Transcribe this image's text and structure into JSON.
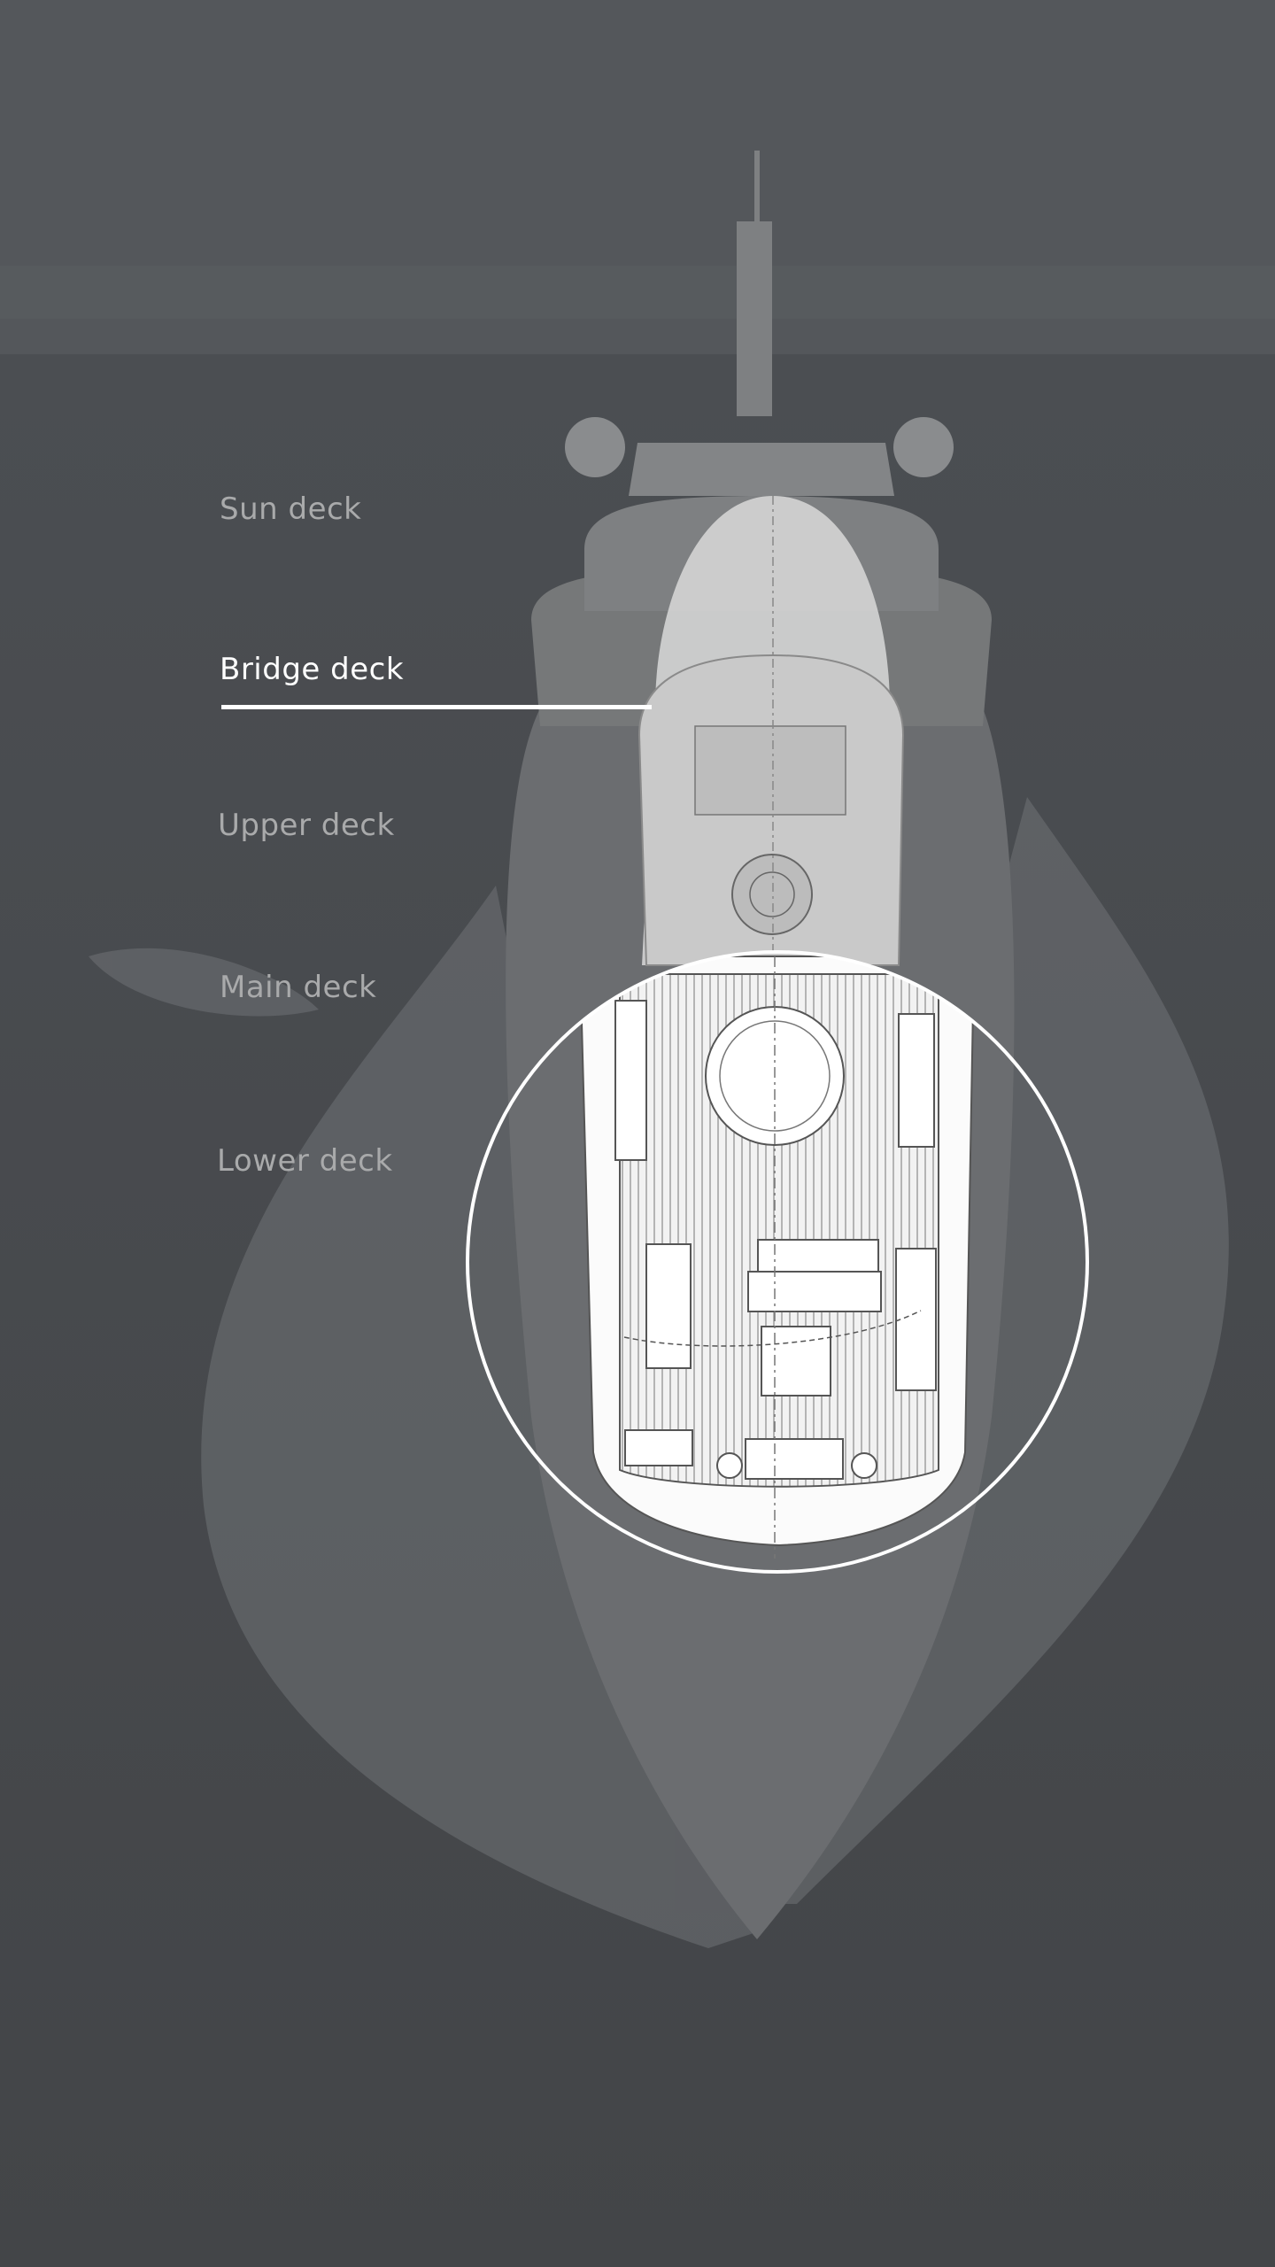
{
  "decks": [
    {
      "label": "Sun deck",
      "active": false
    },
    {
      "label": "Bridge deck",
      "active": true
    },
    {
      "label": "Upper deck",
      "active": false
    },
    {
      "label": "Main deck",
      "active": false
    },
    {
      "label": "Lower deck",
      "active": false
    }
  ],
  "colors": {
    "background": "#46484b",
    "sea": "#4a4d51",
    "sky": "#54575b",
    "active": "#ffffff",
    "inactive": "#a9aaab"
  }
}
